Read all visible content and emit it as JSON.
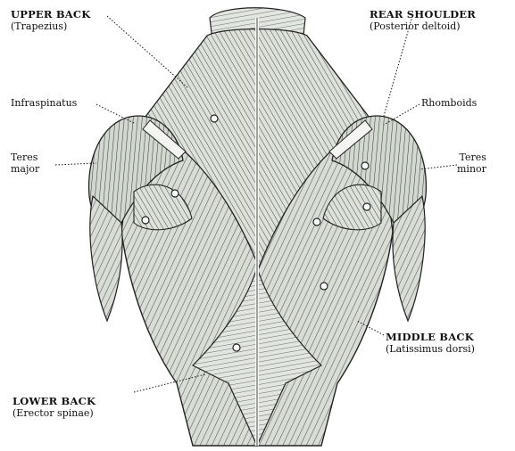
{
  "labels": {
    "upper_back": {
      "title": "UPPER BACK",
      "sub": "(Trapezius)"
    },
    "rear_shoulder": {
      "title": "REAR SHOULDER",
      "sub": "(Posterior deltoid)"
    },
    "infraspinatus": {
      "text": "Infraspinatus"
    },
    "rhomboids": {
      "text": "Rhomboids"
    },
    "teres_major": {
      "line1": "Teres",
      "line2": "major"
    },
    "teres_minor": {
      "line1": "Teres",
      "line2": "minor"
    },
    "middle_back": {
      "title": "MIDDLE BACK",
      "sub": "(Latissimus dorsi)"
    },
    "lower_back": {
      "title": "LOWER BACK",
      "sub": "(Erector spinae)"
    }
  },
  "colors": {
    "ink": "#111111",
    "muscle": "#cfd3cc",
    "muscle_dark": "#6f7a72",
    "background": "#ffffff"
  }
}
